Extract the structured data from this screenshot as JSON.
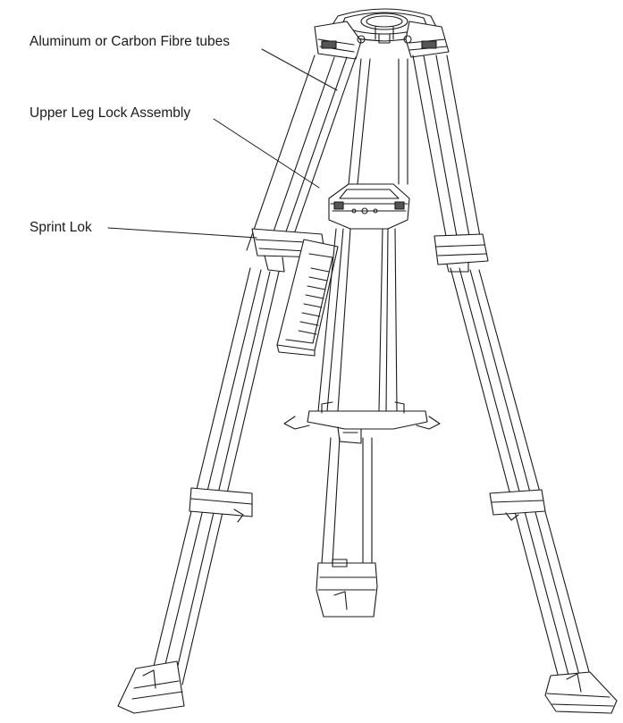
{
  "callouts": {
    "tubes": "Aluminum or Carbon Fibre tubes",
    "upper_leg_lock": "Upper Leg Lock Assembly",
    "sprint_lok": "Sprint Lok"
  },
  "colors": {
    "line": "#1a1a1a",
    "background": "#ffffff",
    "shade": "#bdbdbd"
  }
}
